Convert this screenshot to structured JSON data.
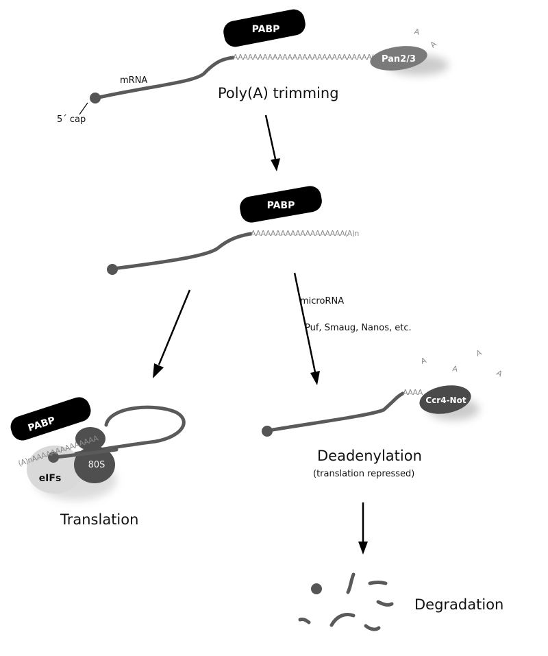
{
  "figure": {
    "stage1": {
      "protein_top": "PABP",
      "polyA": "AAAAAAAAAAAAAAAAAAAAAAAAAAAA(A)n",
      "enzyme": "Pan2/3",
      "released_a": [
        "A",
        "A"
      ],
      "mrna_label": "mRNA",
      "cap_label": "5´ cap",
      "title": "Poly(A) trimming"
    },
    "stage2": {
      "protein_top": "PABP",
      "polyA": "AAAAAAAAAAAAAAAAAAA(A)n"
    },
    "branch_labels": {
      "line1": "microRNA",
      "line2": "Puf, Smaug, Nanos, etc."
    },
    "translation": {
      "protein_top": "PABP",
      "polyA": "(A)nAAAAAAAAAAAAAA",
      "ribosome": "80S",
      "factors": "eIFs",
      "title": "Translation"
    },
    "deadenylation": {
      "polyA": "AAAA",
      "enzyme": "Ccr4-Not",
      "released_a": [
        "A",
        "A",
        "A",
        "A"
      ],
      "title": "Deadenylation",
      "subtitle": "(translation repressed)"
    },
    "degradation": {
      "title": "Degradation"
    }
  },
  "colors": {
    "mrna": "#5a5a5a",
    "pabp": "#000000",
    "pan23": "#7a7a7a",
    "ccr4not": "#4a4a4a",
    "eifs": "#d9d9d9",
    "ribosome": "#4f4f4f"
  }
}
